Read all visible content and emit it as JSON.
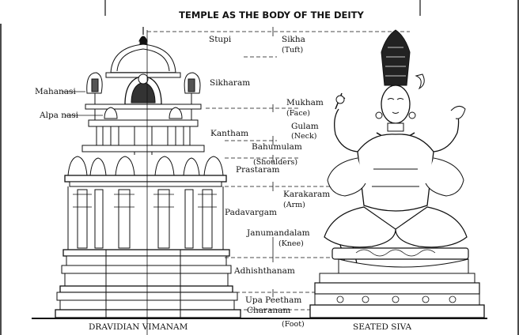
{
  "title": "TEMPLE AS THE BODY OF THE DEITY",
  "left_labels": {
    "mahanasi": "Mahanasi",
    "alpa_nasi": "Alpa nasi"
  },
  "center_labels": {
    "stupi": "Stupi",
    "sikharam": "Sikharam",
    "kantham": "Kantham",
    "prastaram": "Prastaram",
    "padavargam": "Padavargam",
    "adhishthanam": "Adhishthanam",
    "upa_peetham": "Upa Peetham",
    "charanam": "Charanam"
  },
  "body_labels": {
    "sikha": "Sikha",
    "sikha_gloss": "(Tuft)",
    "mukham": "Mukham",
    "mukham_gloss": "(Face)",
    "gulam": "Gulam",
    "gulam_gloss": "(Neck)",
    "bahumulam": "Bahumulam",
    "bahumulam_gloss": "(Shoulders)",
    "karakaram": "Karakaram",
    "karakaram_gloss": "(Arm)",
    "janumandalam": "Janumandalam",
    "janumandalam_gloss": "(Knee)",
    "foot_gloss": "(Foot)"
  },
  "captions": {
    "left": "DRAVIDIAN VIMANAM",
    "right": "SEATED SIVA"
  }
}
